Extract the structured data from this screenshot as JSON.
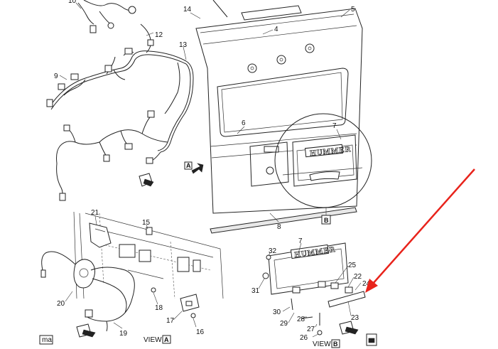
{
  "callouts": {
    "c4": "4",
    "c5": "5",
    "c6": "6",
    "c7a": "7",
    "c7b": "7",
    "c8": "8",
    "c9": "9",
    "c10": "10",
    "c12": "12",
    "c13": "13",
    "c14": "14",
    "c15": "15",
    "c16": "16",
    "c17": "17",
    "c18": "18",
    "c19": "19",
    "c20": "20",
    "c21": "21",
    "c22": "22",
    "c23": "23",
    "c24": "24",
    "c25": "25",
    "c26": "26",
    "c27": "27",
    "c28": "28",
    "c29": "29",
    "c30": "30",
    "c31": "31",
    "c32": "32"
  },
  "view_labels": {
    "view_a_text": "VIEW",
    "view_a_box": "A",
    "view_b_text": "VIEW",
    "view_b_box": "B",
    "arrow_a_box": "A",
    "detail_b_box": "B",
    "corner_tag": "ma"
  },
  "emblem": {
    "main_plate": "HUMMER",
    "view_b_plate": "HUMMER"
  },
  "colors": {
    "annotation_arrow": "#e8231b",
    "line_art": "#222222"
  },
  "icons": [
    "view-direction-arrow-icon",
    "fwd-direction-icon",
    "annotation-arrow-icon"
  ]
}
